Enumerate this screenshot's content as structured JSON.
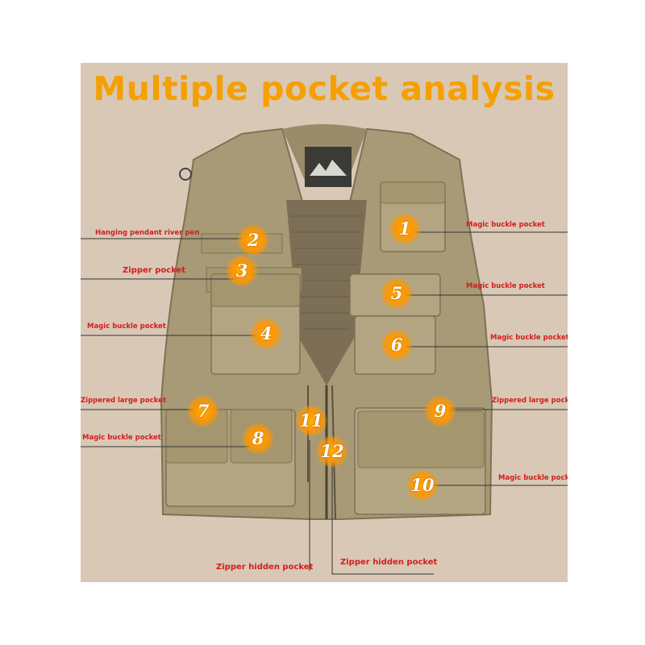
{
  "title": "Multiple pocket analysis",
  "labels": {
    "hanging_pendant": "Hanging pendant river pen",
    "zipper_pocket": "Zipper pocket",
    "magic_buckle_left": "Magic buckle pocket",
    "zippered_large_left": "Zippered large pocket",
    "magic_buckle_left_lower": "Magic buckle pocket",
    "zipper_hidden_left": "Zipper hidden pocket",
    "zipper_hidden_right": "Zipper hidden pocket",
    "magic_buckle_right_1": "Magic buckle pocket",
    "magic_buckle_right_5": "Magic buckle pocket",
    "magic_buckle_right_6": "Magic buckle pocket",
    "zippered_large_right": "Zippered large pocket",
    "magic_buckle_right_10": "Magic buckle pocket"
  },
  "numbers": [
    "1",
    "2",
    "3",
    "4",
    "5",
    "6",
    "7",
    "8",
    "9",
    "10",
    "11",
    "12"
  ],
  "colors": {
    "background": "#d9c8b5",
    "vest": "#a89a76",
    "title": "#f5a000",
    "label": "#d21e1e",
    "marker": "#ff9800"
  }
}
